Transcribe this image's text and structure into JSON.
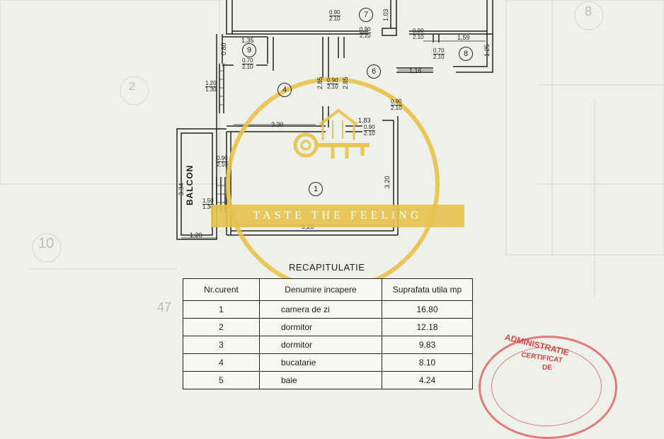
{
  "plan": {
    "rooms": {
      "r1": "1",
      "r4": "4",
      "r6": "6",
      "r7": "7",
      "r8": "8",
      "r9": "9"
    },
    "balcony_label": "BALCON",
    "dims": {
      "d135": "1,35",
      "d080": "0.80",
      "d159": "1,59",
      "d125": "1.25",
      "d116": "1,16",
      "d103": "1.03",
      "d183": "1,83",
      "d330": "3.30",
      "d285a": "2.85",
      "d285b": "2.85",
      "d334": "3.34",
      "d320": "3.20",
      "d525": "5,25",
      "d120": "1.20"
    },
    "door_top": "0.90",
    "door_bottom": "2.10",
    "door_top_70": "0.70",
    "win_top": "1.20",
    "win_top_150": "1.50",
    "win_bottom": "1.30",
    "ghost_numbers": {
      "g2": "2",
      "g10": "10",
      "g47": "47",
      "g8": "8"
    }
  },
  "watermark": {
    "slogan": "TASTE THE FEELING",
    "colors": {
      "ring": "#e8c24a",
      "band": "#e7c34c"
    }
  },
  "recap": {
    "title": "RECAPITULATIE",
    "headers": {
      "nr": "Nr.curent",
      "name": "Denumire incapere",
      "area": "Suprafata utila mp"
    },
    "rows": [
      {
        "nr": "1",
        "name": "camera de zi",
        "area": "16.80"
      },
      {
        "nr": "2",
        "name": "dormitor",
        "area": "12.18"
      },
      {
        "nr": "3",
        "name": "dormitor",
        "area": "9.83"
      },
      {
        "nr": "4",
        "name": "bucatarie",
        "area": "8.10"
      },
      {
        "nr": "5",
        "name": "baie",
        "area": "4.24"
      }
    ]
  },
  "stamp": {
    "line1": "ADMINISTRATIE",
    "line2": "CERTIFICAT",
    "line3": "DE",
    "color": "#d44444"
  }
}
